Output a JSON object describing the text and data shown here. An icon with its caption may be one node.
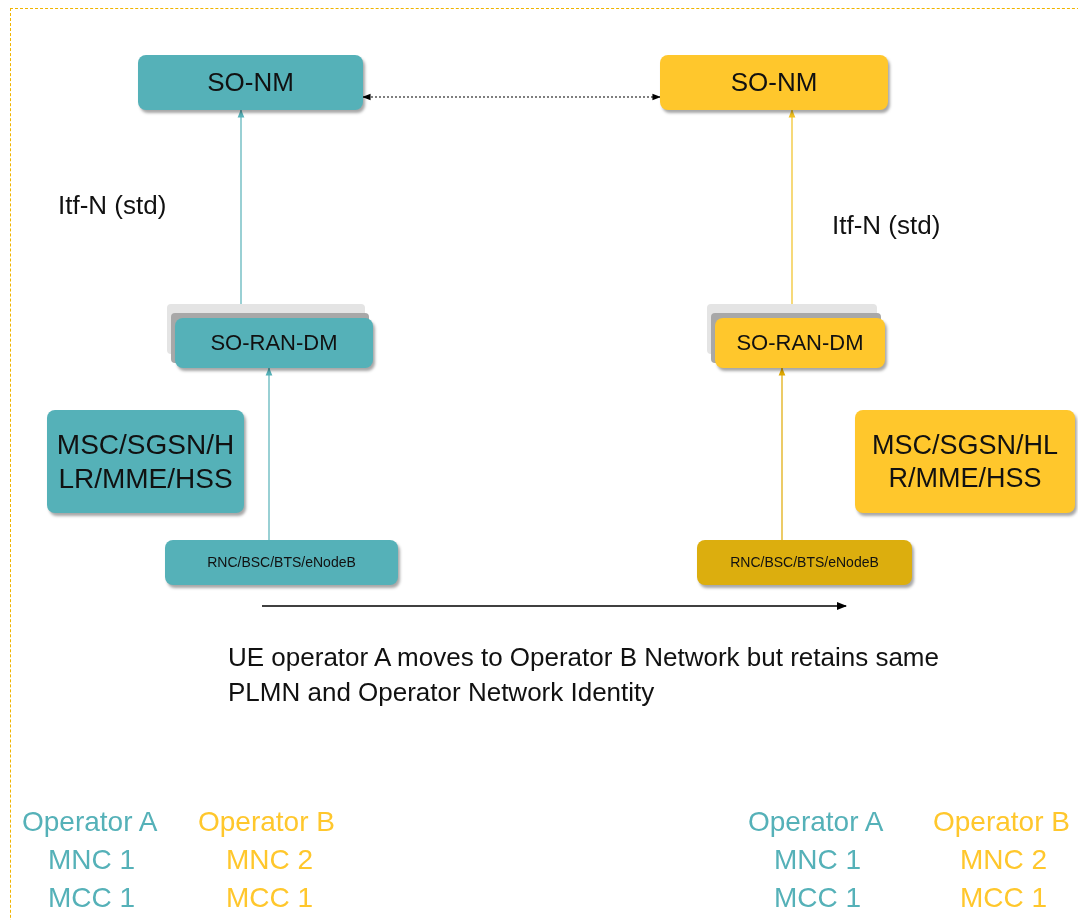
{
  "diagram": {
    "nodes": [
      {
        "text": [
          "SO-NM"
        ]
      },
      {
        "text": [
          "SO-NM"
        ]
      },
      {
        "text": [
          "SO-RAN-DM"
        ]
      },
      {
        "text": [
          "SO-RAN-DM"
        ]
      },
      {
        "text": [
          "MSC/SGSN/HLR/MME/HSS"
        ]
      },
      {
        "text": [
          "MSC/SGSN/HLR/MME/HSS"
        ]
      },
      {
        "text": [
          "RNC/BSC/BTS/eNodeB"
        ]
      },
      {
        "text": [
          "RNC/BSC/BTS/eNodeB"
        ]
      }
    ],
    "edges": [
      {
        "from": 0,
        "to": 1,
        "arrow": "both",
        "style": "dashed",
        "color": "#000000"
      },
      {
        "from": 2,
        "to": 0,
        "arrow": "to",
        "color": "#55b1b8"
      },
      {
        "from": 6,
        "to": 2,
        "arrow": "to",
        "color": "#55b1b8"
      },
      {
        "from": 3,
        "to": 1,
        "arrow": "to",
        "color": "#f0c020"
      },
      {
        "from": 7,
        "to": 3,
        "arrow": "to",
        "color": "#e0a800"
      }
    ],
    "labels": [
      "Itf-N (std)",
      "Itf-N (std)",
      "UE operator A moves to Operator B Network but retains same PLMN and Operator Network Identity",
      "Operator A",
      "Operator B",
      "MNC 1",
      "MNC 2",
      "MCC 1",
      "MCC 1",
      "Operator A",
      "Operator B",
      "MNC 1",
      "MNC 2",
      "MCC 1",
      "MCC 1"
    ]
  }
}
